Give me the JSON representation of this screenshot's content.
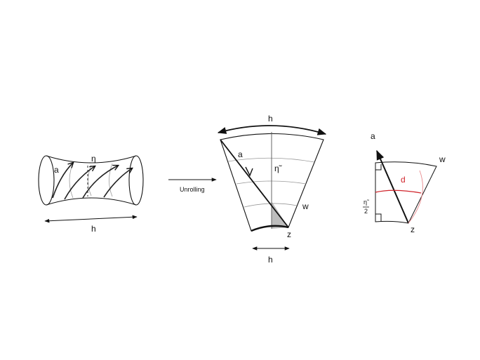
{
  "labels": {
    "cylinder_eta": "η",
    "cylinder_a": "a",
    "cylinder_h": "h",
    "arrow_text": "Unrolling",
    "sector_h_top": "h",
    "sector_a": "a",
    "sector_eta_tilde": "η̃",
    "sector_w": "w",
    "sector_z": "z",
    "sector_h_bottom": "h",
    "tri_a": "a",
    "tri_w": "w",
    "tri_d": "d",
    "tri_eta_half_num": "η̃",
    "tri_eta_half_den": "2",
    "tri_z": "z"
  },
  "colors": {
    "stroke": "#111111",
    "thin": "#888888",
    "shade": "#bdbdbd",
    "accent": "#d0242b",
    "accent_light": "#e88a8d"
  }
}
